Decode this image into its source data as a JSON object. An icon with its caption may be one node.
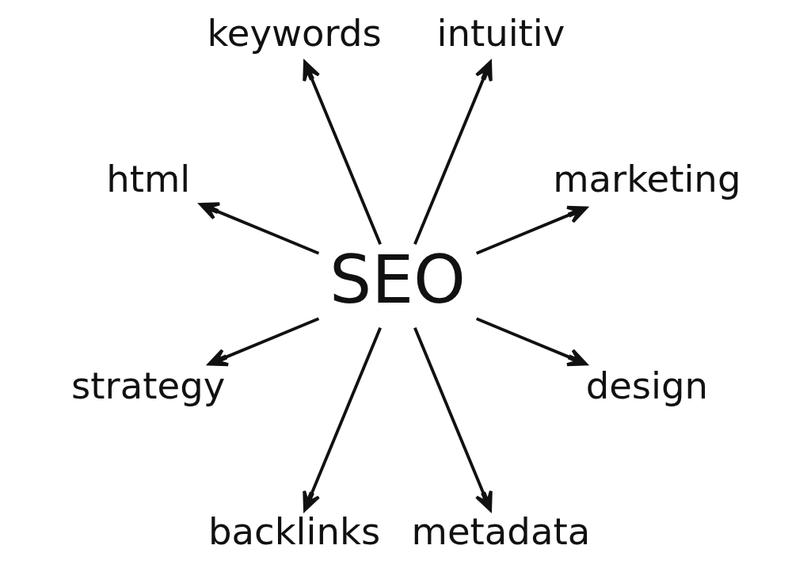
{
  "diagram": {
    "nodes": [
      {
        "text": [
          "SEO"
        ]
      },
      {
        "text": [
          "marketing"
        ]
      },
      {
        "text": [
          "intuitiv"
        ]
      },
      {
        "text": [
          "keywords"
        ]
      },
      {
        "text": [
          "html"
        ]
      },
      {
        "text": [
          "strategy"
        ]
      },
      {
        "text": [
          "backlinks"
        ]
      },
      {
        "text": [
          "metadata"
        ]
      },
      {
        "text": [
          "design"
        ]
      }
    ],
    "edges": [
      {
        "from": 0,
        "to": 2,
        "arrow": "to"
      },
      {
        "from": 0,
        "to": 1,
        "arrow": "to"
      },
      {
        "from": 0,
        "to": 3,
        "arrow": "to"
      },
      {
        "from": 0,
        "to": 5,
        "arrow": "to"
      },
      {
        "from": 0,
        "to": 7,
        "arrow": "to"
      },
      {
        "from": 0,
        "to": 8,
        "arrow": "to"
      },
      {
        "from": 0,
        "to": 6,
        "arrow": "to"
      },
      {
        "from": 0,
        "to": 4,
        "arrow": "to"
      }
    ]
  }
}
